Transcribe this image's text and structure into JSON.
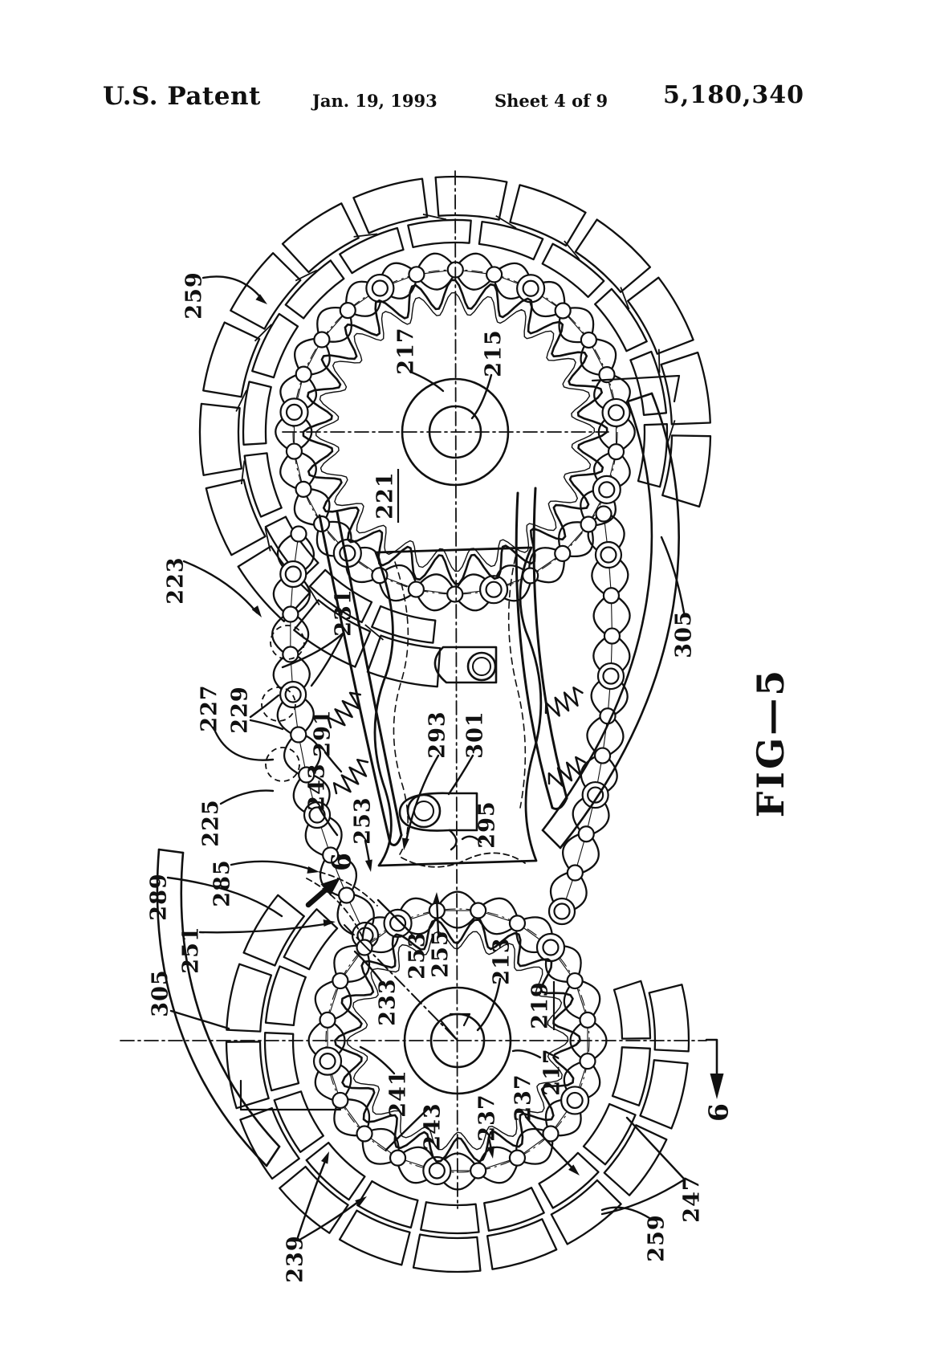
{
  "header": {
    "title": "U.S. Patent",
    "date": "Jan. 19, 1993",
    "sheet": "Sheet 4 of 9",
    "patent_number": "5,180,340"
  },
  "figure": {
    "label": "FIG—5"
  },
  "colors": {
    "ink": "#101010",
    "paper": "#ffffff"
  },
  "refs": {
    "r259a": "259",
    "r217a": "217",
    "r215": "215",
    "r221": "221",
    "r223": "223",
    "r231": "231",
    "r227": "227",
    "r229": "229",
    "r291": "291",
    "r293": "293",
    "r301": "301",
    "r243a": "243",
    "r253a": "253",
    "r295": "295",
    "r225": "225",
    "r285": "285",
    "r6a": "6",
    "r289": "289",
    "r251": "251",
    "r305a": "305",
    "r233": "233",
    "r253b": "253",
    "r255": "255",
    "r213": "213",
    "r219": "219",
    "r217b": "217",
    "r237a": "237",
    "r237b": "237",
    "r241": "241",
    "r243b": "243",
    "r239": "239",
    "r247": "247",
    "r259b": "259",
    "r6b": "6",
    "r305b": "305"
  }
}
